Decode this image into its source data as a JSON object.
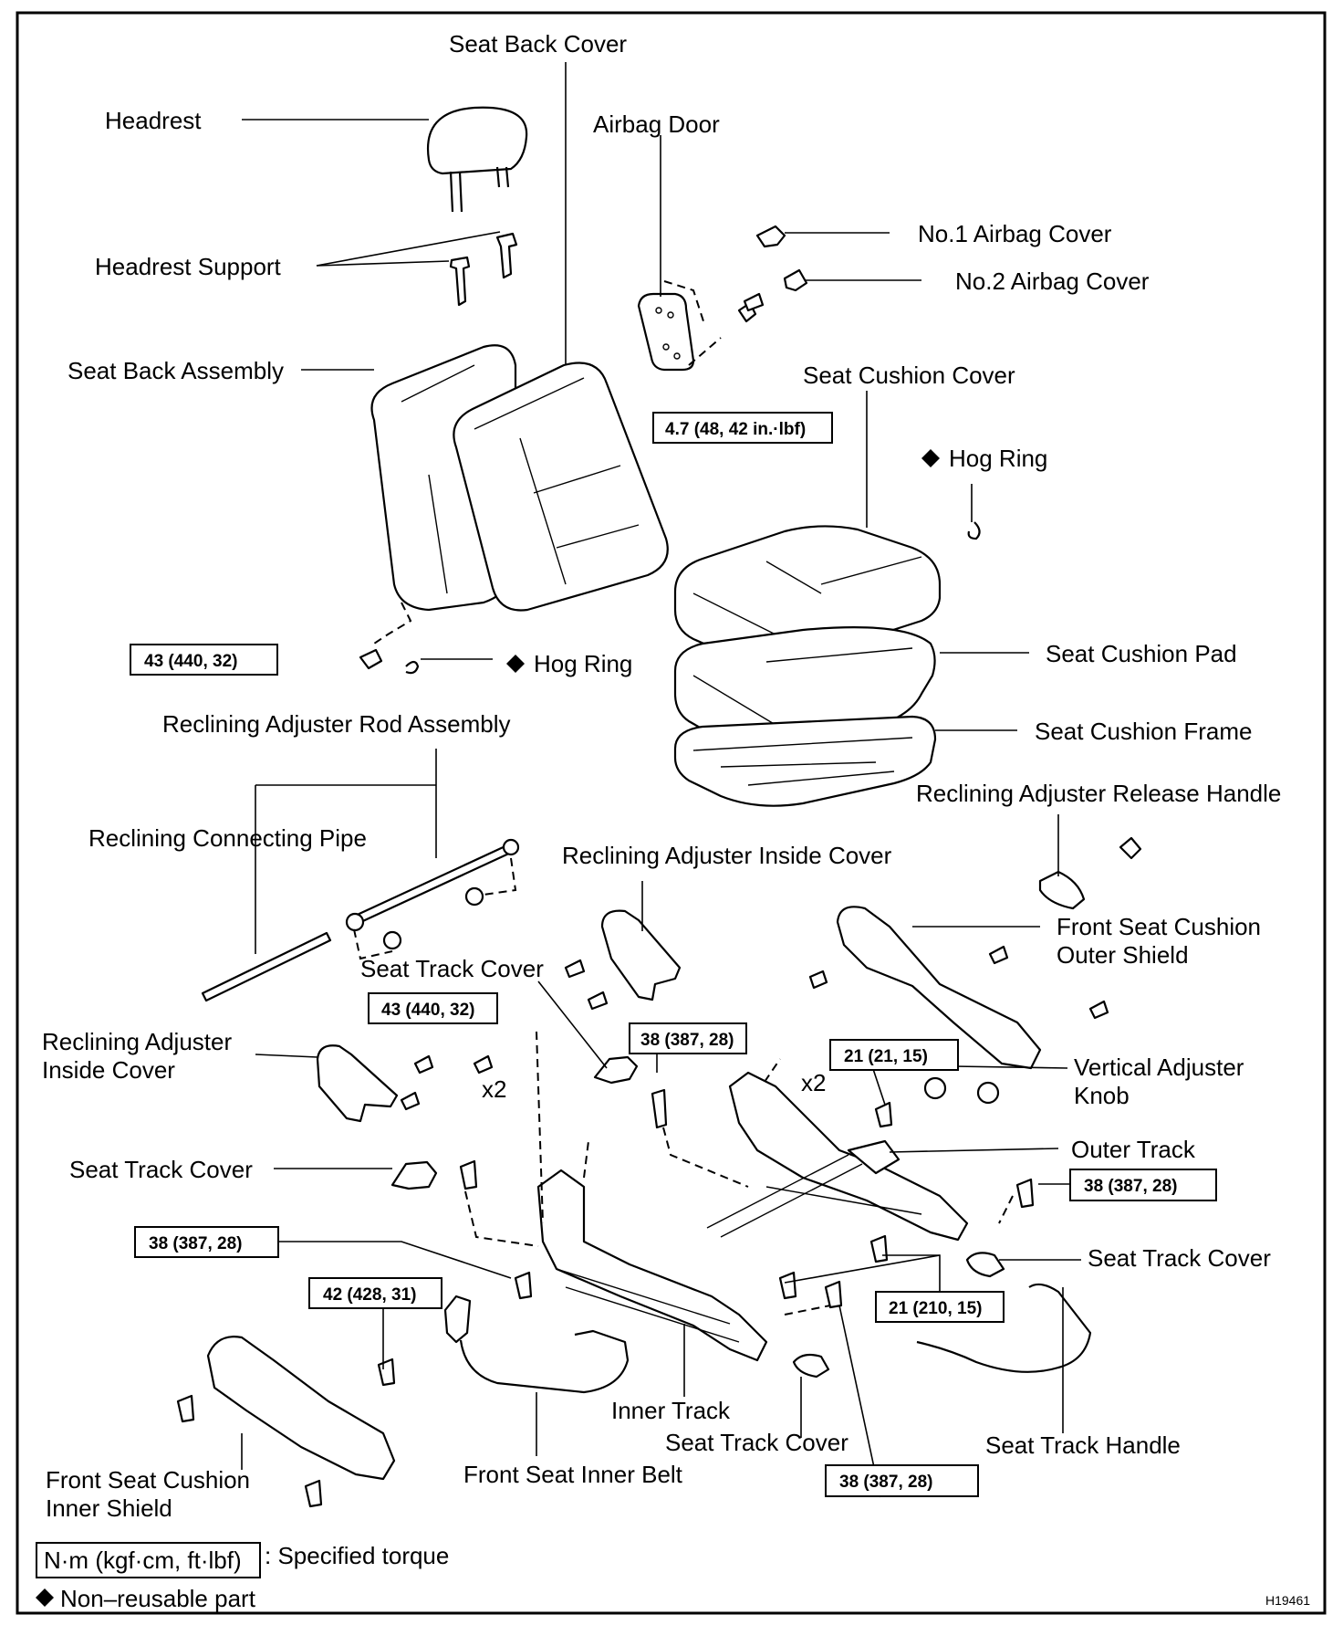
{
  "labels": {
    "seat_back_cover": "Seat Back Cover",
    "headrest": "Headrest",
    "airbag_door": "Airbag Door",
    "no1_airbag_cover": "No.1 Airbag Cover",
    "no2_airbag_cover": "No.2 Airbag Cover",
    "headrest_support": "Headrest Support",
    "seat_back_assembly": "Seat Back Assembly",
    "seat_cushion_cover": "Seat Cushion Cover",
    "hog_ring_1": "Hog Ring",
    "hog_ring_2": "Hog Ring",
    "seat_cushion_pad": "Seat Cushion Pad",
    "seat_cushion_frame": "Seat Cushion Frame",
    "reclining_adjuster_rod_assembly": "Reclining Adjuster Rod Assembly",
    "reclining_adjuster_release_handle": "Reclining Adjuster Release Handle",
    "reclining_connecting_pipe": "Reclining Connecting Pipe",
    "reclining_adjuster_inside_cover_1": "Reclining Adjuster Inside Cover",
    "front_seat_cushion_outer_shield_1": "Front Seat Cushion",
    "front_seat_cushion_outer_shield_2": "Outer Shield",
    "seat_track_cover_1": "Seat Track Cover",
    "reclining_adjuster_inside_cover_2a": "Reclining Adjuster",
    "reclining_adjuster_inside_cover_2b": "Inside Cover",
    "vertical_adjuster_knob_1": "Vertical Adjuster",
    "vertical_adjuster_knob_2": "Knob",
    "x2_a": "x2",
    "x2_b": "x2",
    "outer_track": "Outer Track",
    "seat_track_cover_2": "Seat Track Cover",
    "seat_track_cover_3": "Seat Track Cover",
    "inner_track": "Inner Track",
    "seat_track_cover_4": "Seat Track Cover",
    "seat_track_handle": "Seat Track Handle",
    "front_seat_cushion_inner_shield_1": "Front Seat Cushion",
    "front_seat_cushion_inner_shield_2": "Inner Shield",
    "front_seat_inner_belt": "Front Seat Inner Belt"
  },
  "torques": {
    "t1": "4.7 (48, 42 in.·lbf)",
    "t2": "43 (440, 32)",
    "t3": "43 (440, 32)",
    "t4": "38 (387, 28)",
    "t5": "21 (21, 15)",
    "t6": "38 (387, 28)",
    "t7": "38 (387, 28)",
    "t8": "42 (428, 31)",
    "t9": "21 (210, 15)",
    "t10": "38 (387, 28)"
  },
  "legend": {
    "unit_box": "N·m (kgf·cm, ft·lbf)",
    "unit_desc": ": Specified torque",
    "non_reusable": "Non–reusable part"
  },
  "figure_code": "H19461"
}
